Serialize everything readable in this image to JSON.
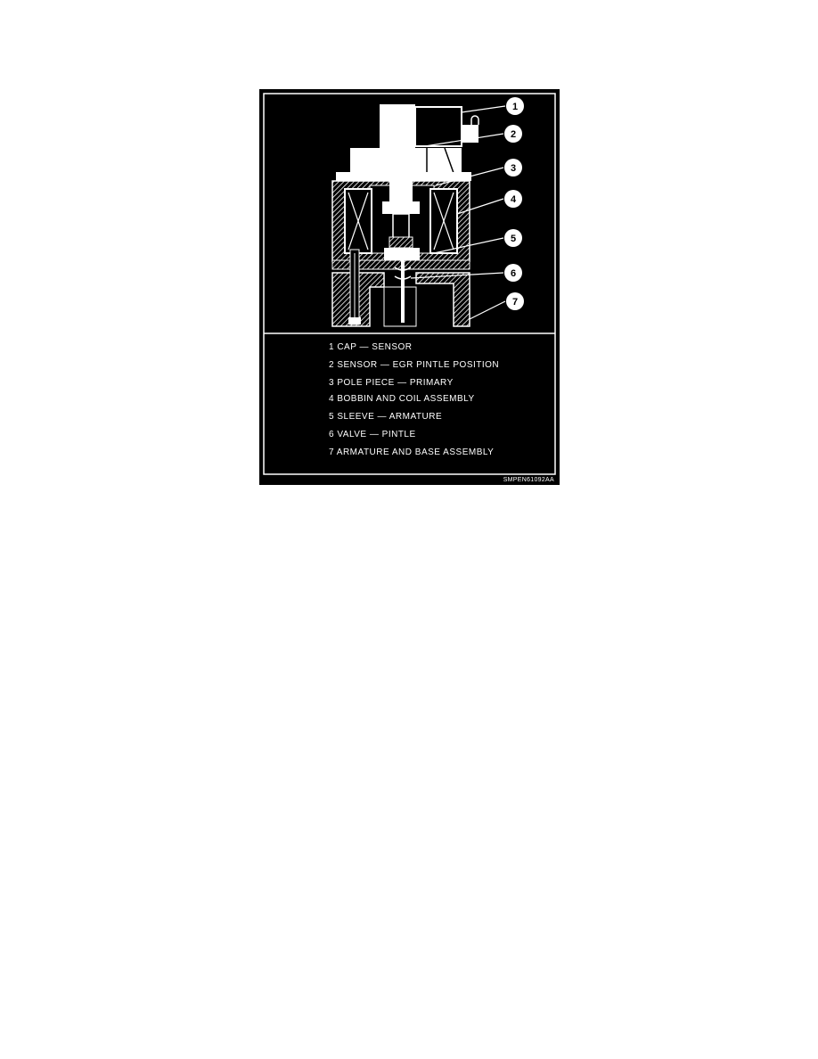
{
  "callouts": [
    "1",
    "2",
    "3",
    "4",
    "5",
    "6",
    "7"
  ],
  "legend": [
    "1  CAP  —  SENSOR",
    "2  SENSOR  —  EGR PINTLE POSITION",
    "3  POLE PIECE  —  PRIMARY",
    "4  BOBBIN AND COIL ASSEMBLY",
    "5  SLEEVE  —  ARMATURE",
    "6  VALVE  —  PINTLE",
    "7  ARMATURE AND BASE ASSEMBLY"
  ],
  "figure_code": "SMPEN61092AA",
  "colors": {
    "background": "#000000",
    "line": "#ffffff",
    "hatch": "#ffffff"
  }
}
